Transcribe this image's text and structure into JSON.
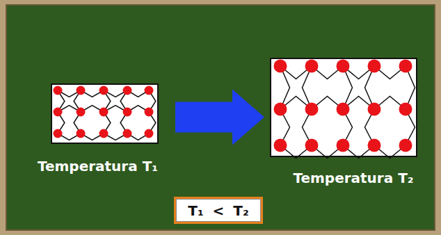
{
  "diagram": {
    "nodes": [
      {
        "text": [
          "Temperatura T₁"
        ]
      },
      {
        "text": [
          "Temperatura T₂"
        ]
      },
      {
        "text": [
          "T₁ < T₂"
        ]
      }
    ],
    "edges": [
      {
        "from": 0,
        "to": 1,
        "arrow": "to"
      }
    ]
  }
}
